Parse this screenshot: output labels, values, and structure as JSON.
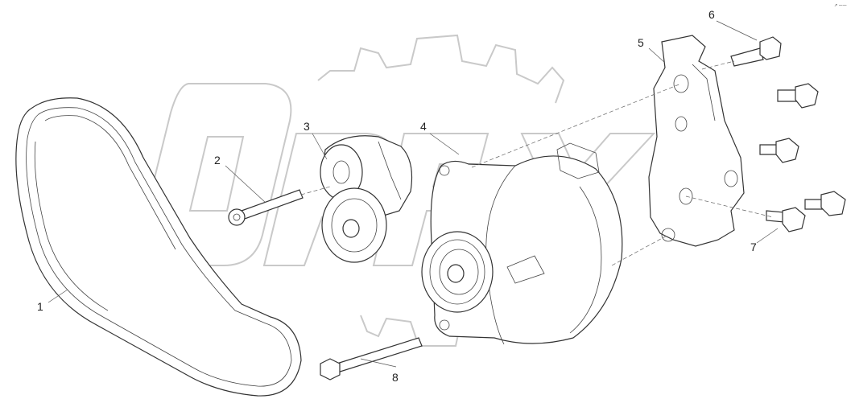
{
  "callouts": {
    "c1": "1",
    "c2": "2",
    "c3": "3",
    "c4": "4",
    "c5": "5",
    "c6": "6",
    "c7": "7",
    "c8": "8"
  },
  "corner_mark": "↗ ——",
  "colors": {
    "line": "#333333",
    "watermark": "#c9c9c9",
    "background": "#ffffff"
  }
}
